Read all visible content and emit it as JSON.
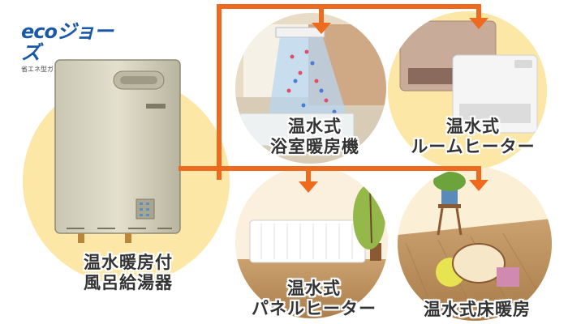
{
  "logo": {
    "brand": "ecoジョーズ",
    "subtitle": "省エネ型ガス給湯暖房機"
  },
  "nodes": [
    {
      "id": "source",
      "lines": [
        "温水暖房付",
        "風呂給湯器"
      ]
    },
    {
      "id": "bathroom-dryer",
      "lines": [
        "温水式",
        "浴室暖房機"
      ]
    },
    {
      "id": "room-heater",
      "lines": [
        "温水式",
        "ルームヒーター"
      ]
    },
    {
      "id": "panel-heater",
      "lines": [
        "温水式",
        "パネルヒーター"
      ]
    },
    {
      "id": "floor-heating",
      "lines": [
        "温水式床暖房"
      ]
    }
  ],
  "colors": {
    "arrow": "#ee6a1f",
    "circle": "#fde7a6",
    "logo": "#1a58a8"
  }
}
